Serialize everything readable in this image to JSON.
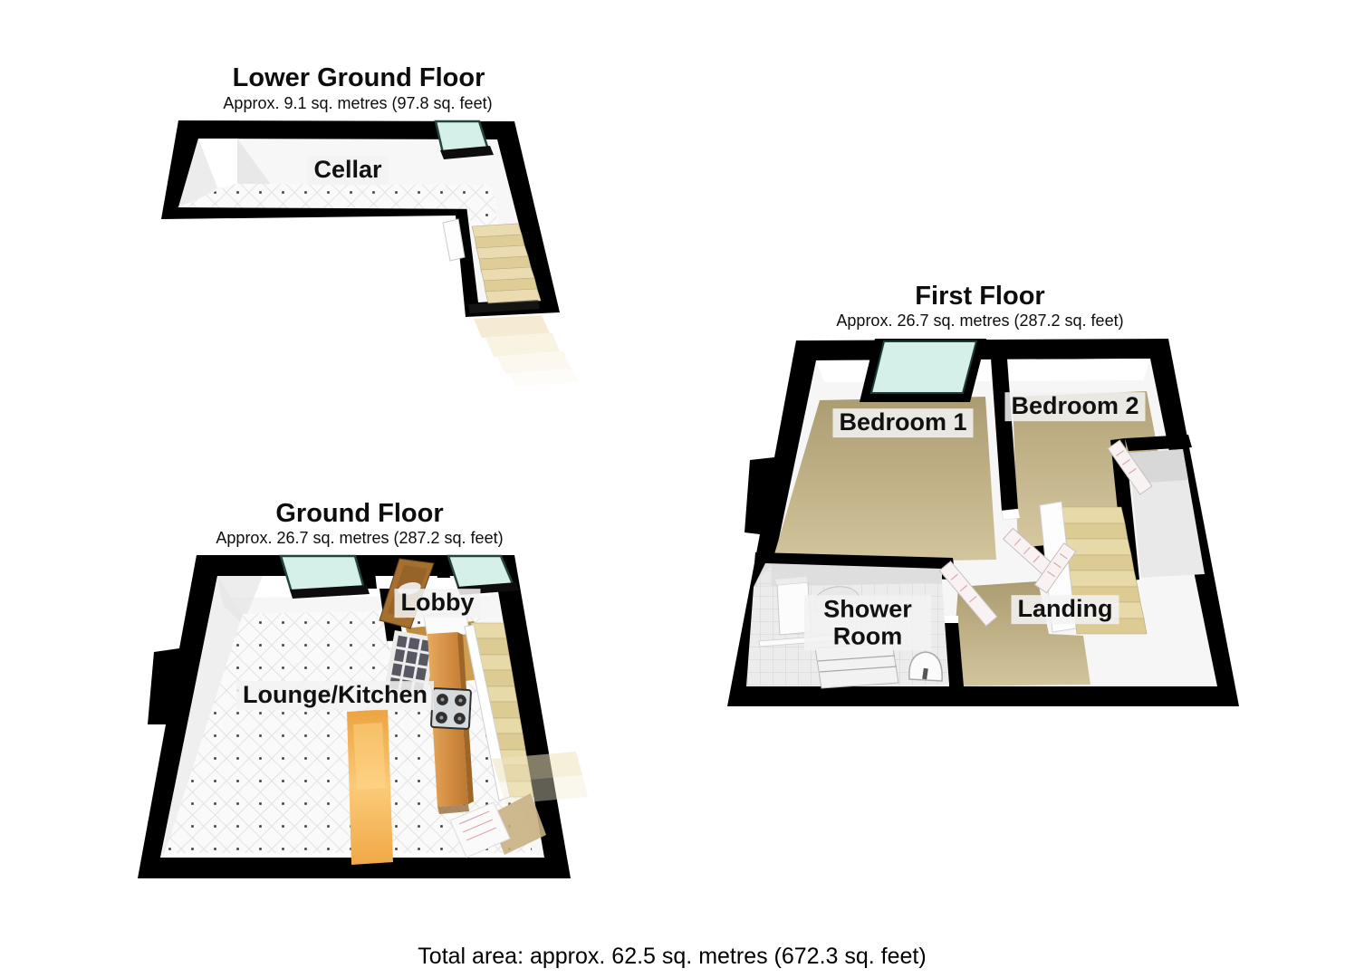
{
  "floors": {
    "lower_ground": {
      "title": "Lower Ground Floor",
      "subtitle": "Approx. 9.1 sq. metres (97.8 sq. feet)",
      "rooms": {
        "cellar": "Cellar"
      }
    },
    "ground": {
      "title": "Ground Floor",
      "subtitle": "Approx. 26.7 sq. metres (287.2 sq. feet)",
      "rooms": {
        "lobby": "Lobby",
        "lounge_kitchen": "Lounge/Kitchen"
      }
    },
    "first": {
      "title": "First Floor",
      "subtitle": "Approx. 26.7 sq. metres (287.2 sq. feet)",
      "rooms": {
        "bedroom_1": "Bedroom 1",
        "bedroom_2": "Bedroom 2",
        "shower_room": "Shower Room",
        "landing": "Landing"
      }
    }
  },
  "footer": {
    "total_area": "Total area: approx. 62.5 sq. metres (672.3 sq. feet)"
  },
  "colors": {
    "wall": "#000000",
    "window_glass": "#d5efe9",
    "window_frame": "#24443f",
    "tile_floor": "#fafafa",
    "tile_dot": "#3a3a3a",
    "tan_floor": "#c6b489",
    "stair_step": "#e4d5a2",
    "ghost_step": "#f6eccd",
    "counter_wood": "#d08a3e",
    "rug_orange": "#f2ab45",
    "front_door_wood": "#a5702f",
    "label_background": "#f2f2f2"
  }
}
